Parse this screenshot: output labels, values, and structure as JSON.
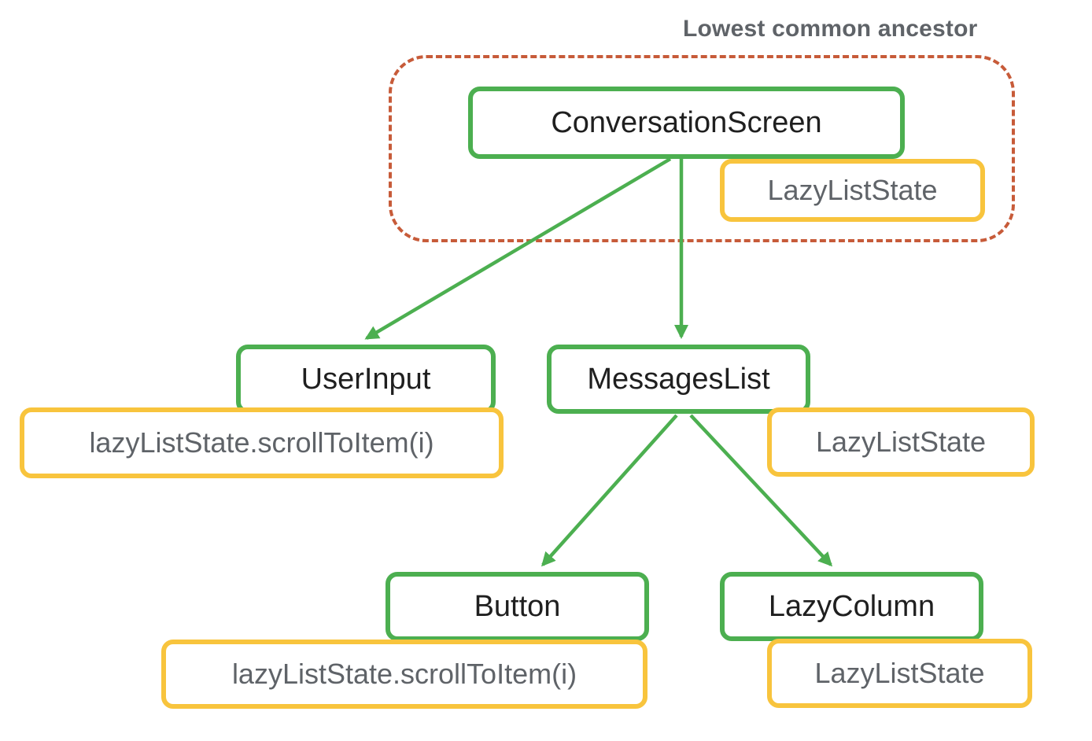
{
  "diagram": {
    "title": "Lowest common ancestor",
    "nodes": {
      "conversation_screen": "ConversationScreen",
      "user_input": "UserInput",
      "messages_list": "MessagesList",
      "button": "Button",
      "lazy_column": "LazyColumn"
    },
    "states": {
      "ancestor_state": "LazyListState",
      "user_input_call": "lazyListState.scrollToItem(i)",
      "messages_list_state": "LazyListState",
      "button_call": "lazyListState.scrollToItem(i)",
      "lazy_column_state": "LazyListState"
    },
    "edges": [
      {
        "from": "ConversationScreen",
        "to": "UserInput"
      },
      {
        "from": "ConversationScreen",
        "to": "MessagesList"
      },
      {
        "from": "MessagesList",
        "to": "Button"
      },
      {
        "from": "MessagesList",
        "to": "LazyColumn"
      }
    ],
    "colors": {
      "node_border": "#4CAF50",
      "state_border": "#F8C43D",
      "ancestor_border": "#C75B39",
      "arrow": "#4CAF50",
      "node_text": "#1F1F1F",
      "state_text": "#5F6368",
      "title_text": "#5F6368"
    }
  }
}
